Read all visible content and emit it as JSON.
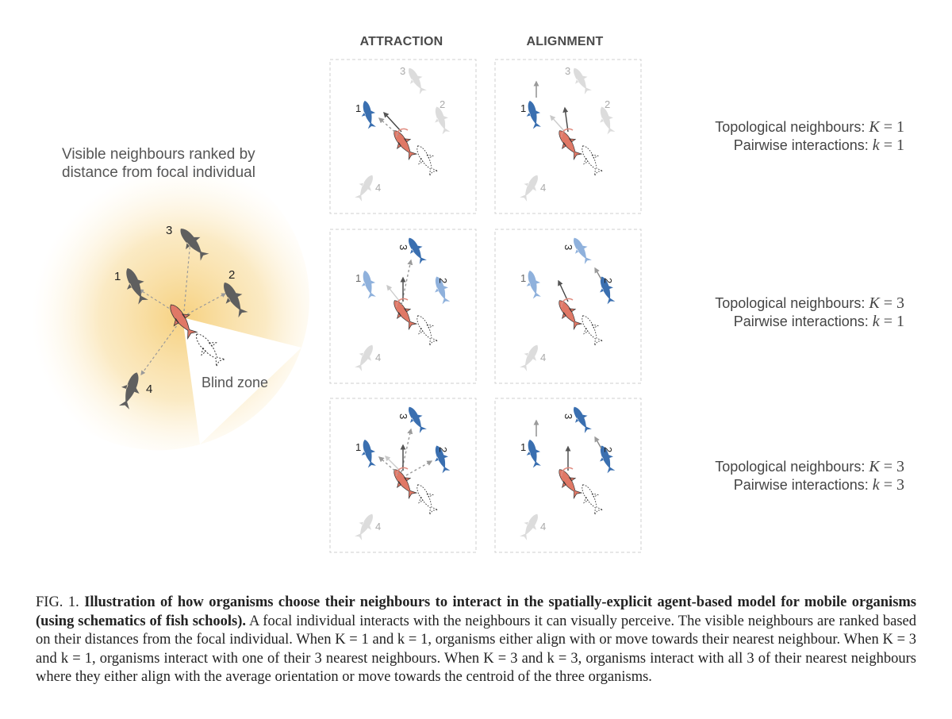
{
  "columns": {
    "attraction": "ATTRACTION",
    "alignment": "ALIGNMENT"
  },
  "left_panel": {
    "heading_line1": "Visible neighbours ranked by",
    "heading_line2": "distance from focal individual",
    "blind_zone": "Blind zone",
    "ranks": [
      "1",
      "2",
      "3",
      "4"
    ]
  },
  "rows": [
    {
      "line1_text": "Topological neighbours:",
      "line1_var": "K",
      "line1_val": "1",
      "line2_text": "Pairwise interactions:",
      "line2_var": "k",
      "line2_val": "1"
    },
    {
      "line1_text": "Topological neighbours:",
      "line1_var": "K",
      "line1_val": "3",
      "line2_text": "Pairwise interactions:",
      "line2_var": "k",
      "line2_val": "1"
    },
    {
      "line1_text": "Topological neighbours:",
      "line1_var": "K",
      "line1_val": "3",
      "line2_text": "Pairwise interactions:",
      "line2_var": "k",
      "line2_val": "3"
    }
  ],
  "panel_numbers": [
    "1",
    "2",
    "3",
    "4"
  ],
  "caption": {
    "lead": "FIG. 1.",
    "bold": "Illustration of how organisms choose their neighbours to interact in the spatially-explicit agent-based model for mobile organisms (using schematics of fish schools).",
    "body": "A focal individual interacts with the neighbours it can visually perceive. The visible neighbours are ranked based on their distances from the focal individual. When K = 1 and k = 1, organisms either align with or move towards their nearest neighbour. When K = 3 and k = 1, organisms interact with one of their 3 nearest neighbours. When K = 3 and k = 3, organisms interact with all 3 of their nearest neighbours where they either align with the average orientation or move towards the centroid of the three organisms."
  },
  "colors": {
    "focal_fish": "#e07866",
    "neighbour_dark": "#3a6fb0",
    "neighbour_light": "#8fb1dc",
    "neighbour_grey": "#5f5f5f",
    "faded": "#dcdcdc",
    "vision_glow": "#f7dc9a"
  }
}
